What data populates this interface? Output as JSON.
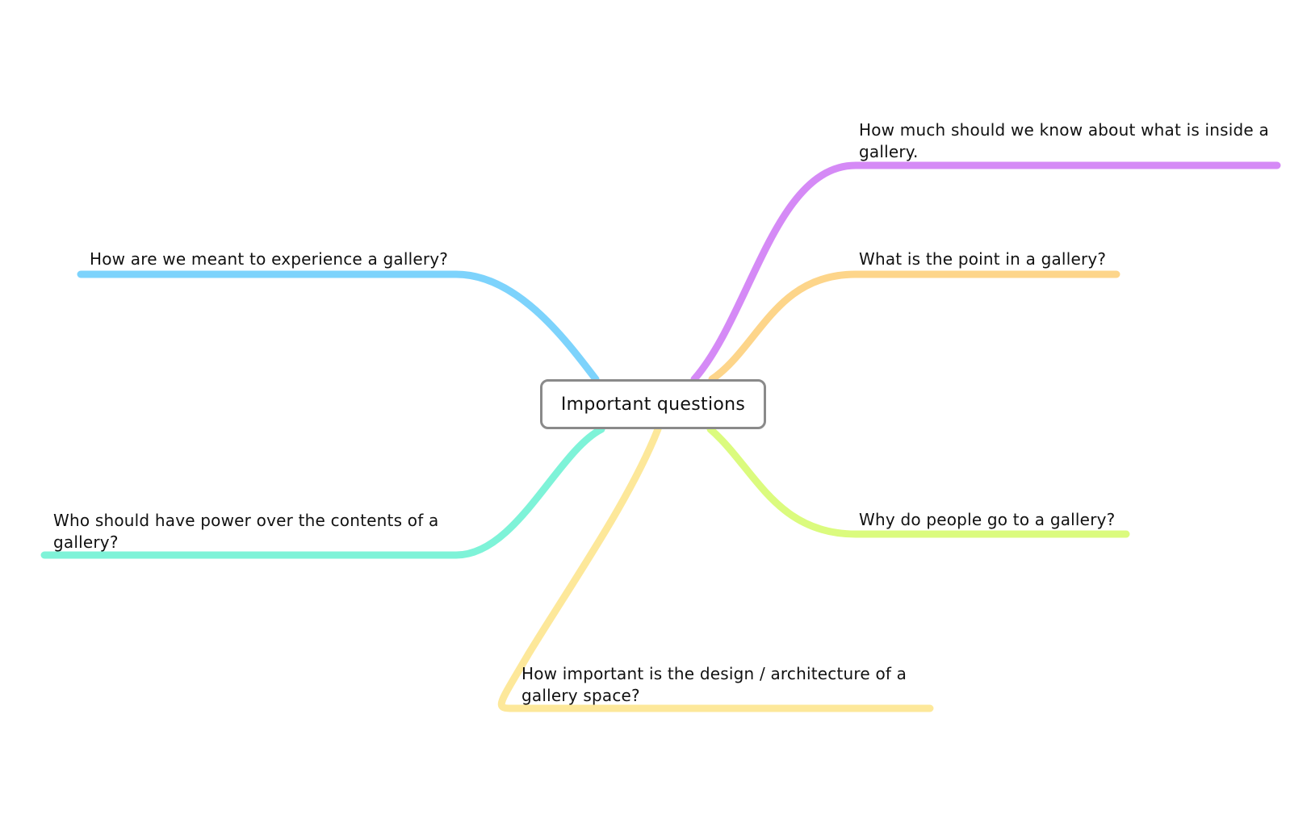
{
  "central_topic": {
    "label": "Important questions",
    "border_color": "#8a8a8a"
  },
  "branches": [
    {
      "id": "experience",
      "label": "How are we meant to experience a gallery?",
      "color": "#7dd3fc"
    },
    {
      "id": "power",
      "label": "Who should have power over the contents of a gallery?",
      "color": "#7ef3d8"
    },
    {
      "id": "know",
      "label": "How much should we know about what is inside a gallery.",
      "color": "#d58af6"
    },
    {
      "id": "point",
      "label": "What is the point in a gallery?",
      "color": "#fdd58a"
    },
    {
      "id": "why",
      "label": "Why do people go to a gallery?",
      "color": "#dbfb7e"
    },
    {
      "id": "design",
      "label": "How important is the design / architecture of a gallery space?",
      "color": "#fde89a"
    }
  ]
}
